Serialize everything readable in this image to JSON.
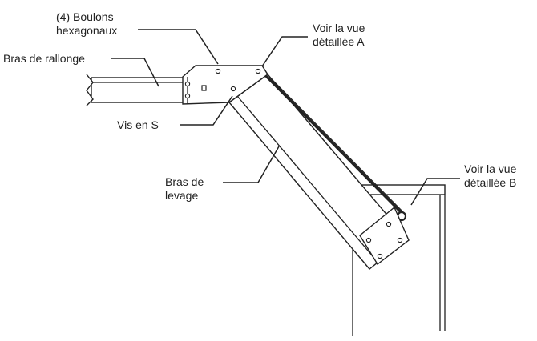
{
  "labels": {
    "hex_bolts_line1": "(4) Boulons",
    "hex_bolts_line2": "hexagonaux",
    "detail_a_line1": "Voir la vue",
    "detail_a_line2": "détaillée A",
    "extension_arm": "Bras de rallonge",
    "s_screw": "Vis en S",
    "lift_arm_line1": "Bras de",
    "lift_arm_line2": "levage",
    "detail_b_line1": "Voir la vue",
    "detail_b_line2": "détaillée B"
  }
}
